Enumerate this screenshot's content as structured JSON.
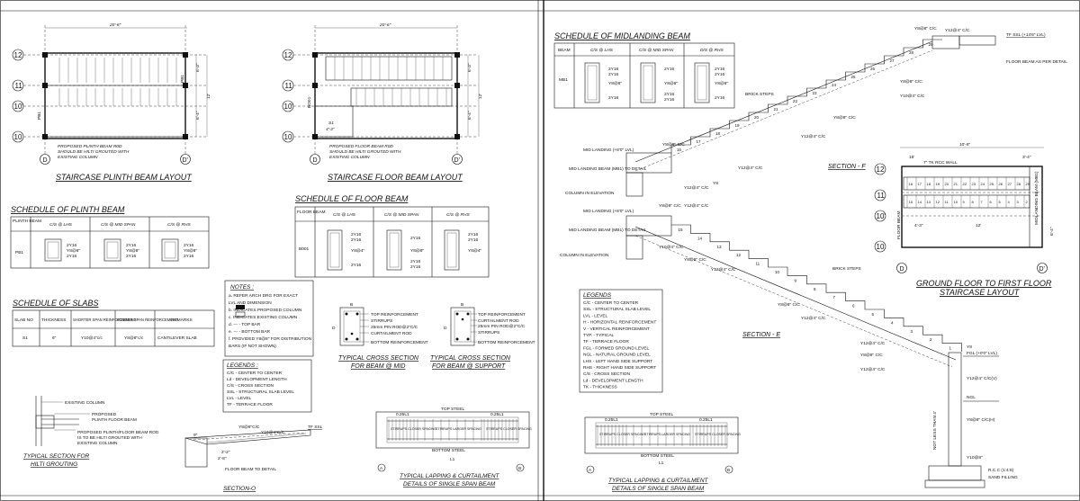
{
  "titles": {
    "plinth_layout": "STAIRCASE PLINTH BEAM LAYOUT",
    "floor_layout": "STAIRCASE FLOOR BEAM LAYOUT",
    "schedule_plinth": "SCHEDULE OF PLINTH BEAM",
    "schedule_floor": "SCHEDULE OF FLOOR BEAM",
    "schedule_slabs": "SCHEDULE OF SLABS",
    "schedule_midlanding": "SCHEDULE OF MIDLANDING BEAM",
    "section_hilti_1": "TYPICAL SECTION FOR",
    "section_hilti_2": "HILTI GROUTING",
    "section_o": "SECTION-O",
    "cross_mid_1": "TYPICAL CROSS SECTION",
    "cross_mid_2": "FOR BEAM @ MID",
    "cross_sup_1": "TYPICAL CROSS SECTION",
    "cross_sup_2": "FOR BEAM @ SUPPORT",
    "lap_left_1": "TYPICAL LAPPING & CURTAILMENT",
    "lap_left_2": "DETAILS OF SINGLE SPAN BEAM",
    "lap_right_1": "TYPICAL LAPPING & CURTAILMENT",
    "lap_right_2": "DETAILS OF SINGLE SPAN BEAM",
    "section_f": "SECTION - F",
    "section_e": "SECTION - E",
    "gf_layout_1": "GROUND FLOOR TO FIRST FLOOR",
    "gf_layout_2": "STAIRCASE LAYOUT"
  },
  "grid": {
    "g12": "12",
    "g11": "11",
    "g10p": "10'",
    "g10": "10",
    "gD": "D",
    "gDp": "D'"
  },
  "dims": {
    "span": "20'-6\"",
    "d63": "6'-3\"",
    "d12": "12'",
    "d64": "6'-4\"",
    "s1": "S1",
    "s1dim": "4'-3\"",
    "pb1": "PB1",
    "bo01": "BO01",
    "d106": "10'-6\"",
    "d15": "15'",
    "d34": "3'-4\""
  },
  "notes_plinth": [
    "PROPOSED PLINTH BEAM R0D",
    "SHOULD BE HILTI GROUTED WITH",
    "EXISTING COLUMN"
  ],
  "notes_floor": [
    "PROPOSED FLOOR BEAM R0D",
    "SHOULD BE HILTI GROUTED WITH",
    "EXISTING COLUMN"
  ],
  "plinth_table": {
    "headers": [
      "PLINTH BEAM",
      "C/S @ LHS",
      "C/S @ MID SPAN",
      "C/S @ RHS"
    ],
    "id": "PB1",
    "lhs": [
      "2Y16",
      "Y8@8\"",
      "2Y16"
    ],
    "mid": [
      "2Y16",
      "Y8@8\"",
      "2Y16"
    ],
    "rhs": [
      "2Y16",
      "Y8@8\"",
      "2Y16"
    ]
  },
  "floor_table": {
    "headers": [
      "FLOOR BEAM",
      "C/S @ LHS",
      "C/S @ MID SPAN",
      "C/S @ RHS"
    ],
    "id": "B001",
    "lhs": [
      "2Y16",
      "2Y16",
      "Y8@4\"",
      "2Y16"
    ],
    "mid": [
      "2Y16",
      "Y8@8\"",
      "2Y16",
      "2Y16"
    ],
    "rhs": [
      "2Y16",
      "2Y16",
      "Y8@4\""
    ]
  },
  "slab_table": {
    "headers": [
      "SLAB NO",
      "THICKNESS",
      "SHORTER SPAN REINFORCEMENT",
      "LONGER SPAN REINFORCEMENT",
      "REMARKS"
    ],
    "row": [
      "S1",
      "6\"",
      "Y10@4\"c/c",
      "Y8@8\"c/c",
      "CANTILEVER SLAB"
    ]
  },
  "midlanding_table": {
    "headers": [
      "BEAM",
      "C/S @ LHS",
      "C/S @ MID SPAN",
      "D/S @ RHS"
    ],
    "id": "MB1",
    "lhs": [
      "2Y16",
      "2Y16",
      "Y8@6\"",
      "2Y16"
    ],
    "mid": [
      "2Y16",
      "Y8@8\"",
      "2Y16",
      "2Y16"
    ],
    "rhs": [
      "2Y16",
      "2Y16",
      "Y8@6\"",
      "2Y16"
    ]
  },
  "notes_box": {
    "title": "NOTES :",
    "items": [
      "a. REFER ARCH DRG FOR EXACT",
      "   LVL AND DIMENSION",
      "b.        INDICATES PROPOSED COLUMN",
      "c.        INDICATES EXISTING COLUMN",
      "d.  ---  - TOP BAR",
      "e.  ---  - BOTTOM BAR",
      "f.  PROVIDED Y8@8\" FOR DISTRIBUTION",
      "    BARS (IF NOT SHOWN)"
    ]
  },
  "legend_left": {
    "title": "LEGENDS :",
    "items": [
      "C/C - CENTER TO CENTER",
      "Ld - DEVELOPMENT LENGTH",
      "C/S - CROSS SECTION",
      "SSL - STRUCTURAL SLAB LEVEL",
      "LVL - LEVEL",
      "TF - TERRACE FLOOR"
    ]
  },
  "legend_right": {
    "title": "LEGENDS",
    "items": [
      "C/C - CENTER TO CENTER",
      "SSL - STRUCTURAL SLAB LEVEL",
      "LVL - LEVEL",
      "H - HORIZONTAL REINFORCEMENT",
      "V - VERTICAL REINFORCEMENT",
      "TYP. - TYPICAL",
      "TF - TERRACE FLOOR",
      "FGL - FORMED GROUND LEVEL",
      "NGL - NATURAL GROUND LEVEL",
      "LHS - LEFT HAND SIDE SUPPORT",
      "RHS - RIGHT HAND SIDE SUPPORT",
      "C/S - CROSS SECTION",
      "Ld - DEVELOPMENT LENGTH",
      "TK - THICKNESS"
    ]
  },
  "cross_mid": {
    "a": "TOP REINFORCEMENT",
    "b": "STIRRUPS",
    "c": "25mm PIN ROD@2\"C/C",
    "d": "CURTAILMENT ROD",
    "e": "BOTTOM REINFORCEMENT",
    "D": "D",
    "B": "B"
  },
  "cross_sup": {
    "a": "TOP REINFORCEMENT",
    "b": "CURTAILMENT ROD",
    "c": "25mm PIN ROD@2\"C/C",
    "d": "STIRRUPS",
    "e": "BOTTOM REINFORCEMENT",
    "D": "D",
    "B": "B"
  },
  "hilti": {
    "a": "EXISTING COLUMN",
    "b": "PROPOSED",
    "c": "PLINTH FLOOR BEAM",
    "d": "PROPOSED PLINTH/FLOOR BEAM ROD",
    "e": "IS TO BE HILTI GROUTED WITH",
    "f": "EXISTING COLUMN"
  },
  "section_o_labels": {
    "a": "Y8@8\"C/C",
    "b": "Y10@4\"C/C",
    "c": "TF SSL",
    "d": "FLOOR BEAM TO DETAIL",
    "e": "9\"",
    "f": "2'-2\"",
    "g": "2'-8\""
  },
  "lap": {
    "top": "TOP STEEL",
    "bot": "BOTTOM STEEL",
    "l1": "0.25L1",
    "l2": "0.25L1",
    "stir1": "STIRRUPS CLOSER SPACING",
    "stir2": "STIRRUPS LARGER SPACING",
    "stir3": "STIRRUPS CLOSER SPACING",
    "L1": "L1",
    "la": "A",
    "lb": "B"
  },
  "section_f_labels": [
    "Y8@8\" C/C",
    "Y12@4\" C/C",
    "TF SSL (+14'6\" LVL)",
    "FLOOR BEAM AS PER DETAIL",
    "Y8@8\" C/C",
    "Y10@4\" C/C",
    "BRICK STEPS",
    "Y8@8\" C/C",
    "Y12@4\" C/C",
    "MID LANDING (+8'0\" LVL)",
    "MID LANDING BEAM (MB1) TO DETAIL",
    "COLUMN IN ELEVATION",
    "Y8@8\" C/C",
    "Y12@4\" C/C",
    "Y8",
    "9\"",
    "2'-9\"",
    "2'-4\"",
    "1'-1\"",
    "Y12@4\" C/C"
  ],
  "section_e_labels": [
    "MID LANDING (+8'0\" LVL)",
    "MID LANDING BEAM (MB1) TO DETAIL",
    "COLUMN IN ELEVATION",
    "Y8@8\" C/C",
    "Y12@4\" C/C",
    "Y10@4\" C/C",
    "Y8@8\" C/C",
    "Y12@4\" C/C",
    "BRICK STEPS",
    "Y8@8\" C/C",
    "Y12@4\" C/C",
    "Y12@4\" C/C",
    "Y8",
    "FGL (+0'0\" LVL)",
    "NGL",
    "Y12@4\" C/C(V)",
    "Y8@8\" C/C(H)",
    "Y10@8\"",
    "R.C.C (1:4:8)",
    "SAND FILLING",
    "NOT LESS THAN 4'",
    "9\"",
    "2'-9\"",
    "1'-6\"",
    "1'-6\""
  ],
  "gf_labels": {
    "wall": "7\" TK RCC WALL",
    "d106": "10'-6\"",
    "d15": "15'",
    "d34": "3'-4\"",
    "beam": "FLOOR BEAM",
    "mb": "MIDLANDING BEAM (MB1)",
    "d43": "4'-3\"",
    "d12": "12'",
    "d64": "6'-4\""
  },
  "step_numbers_f": [
    "16",
    "17",
    "18",
    "19",
    "20",
    "21",
    "22",
    "23",
    "24",
    "25",
    "26",
    "27",
    "28",
    "29"
  ],
  "step_numbers_e": [
    "1",
    "2",
    "3",
    "4",
    "5",
    "6",
    "7",
    "8",
    "9",
    "10",
    "11",
    "12",
    "13",
    "14",
    "15"
  ],
  "gf_steps": [
    "16",
    "17",
    "18",
    "19",
    "20",
    "21",
    "22",
    "23",
    "24",
    "25",
    "26",
    "27",
    "28",
    "29",
    "15",
    "14",
    "13",
    "12",
    "11",
    "10",
    "9",
    "8",
    "7",
    "6",
    "5",
    "4",
    "3",
    "2",
    "1"
  ]
}
